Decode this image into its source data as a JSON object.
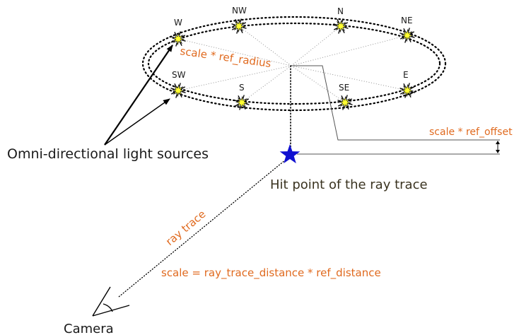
{
  "lights": [
    {
      "label": "W"
    },
    {
      "label": "NW"
    },
    {
      "label": "N"
    },
    {
      "label": "NE"
    },
    {
      "label": "SW"
    },
    {
      "label": "S"
    },
    {
      "label": "SE"
    },
    {
      "label": "E"
    }
  ],
  "labels": {
    "scale_radius": "scale * ref_radius",
    "scale_offset": "scale * ref_offset",
    "light_sources": "Omni-directional light sources",
    "hit_point": "Hit point of the ray trace",
    "ray_trace": "ray trace",
    "scale_formula": "scale = ray_trace_distance * ref_distance",
    "camera": "Camera"
  },
  "colors": {
    "orange_text": "#e06a1f",
    "hit_star": "#1010d0",
    "light_fill": "#ffff30"
  }
}
